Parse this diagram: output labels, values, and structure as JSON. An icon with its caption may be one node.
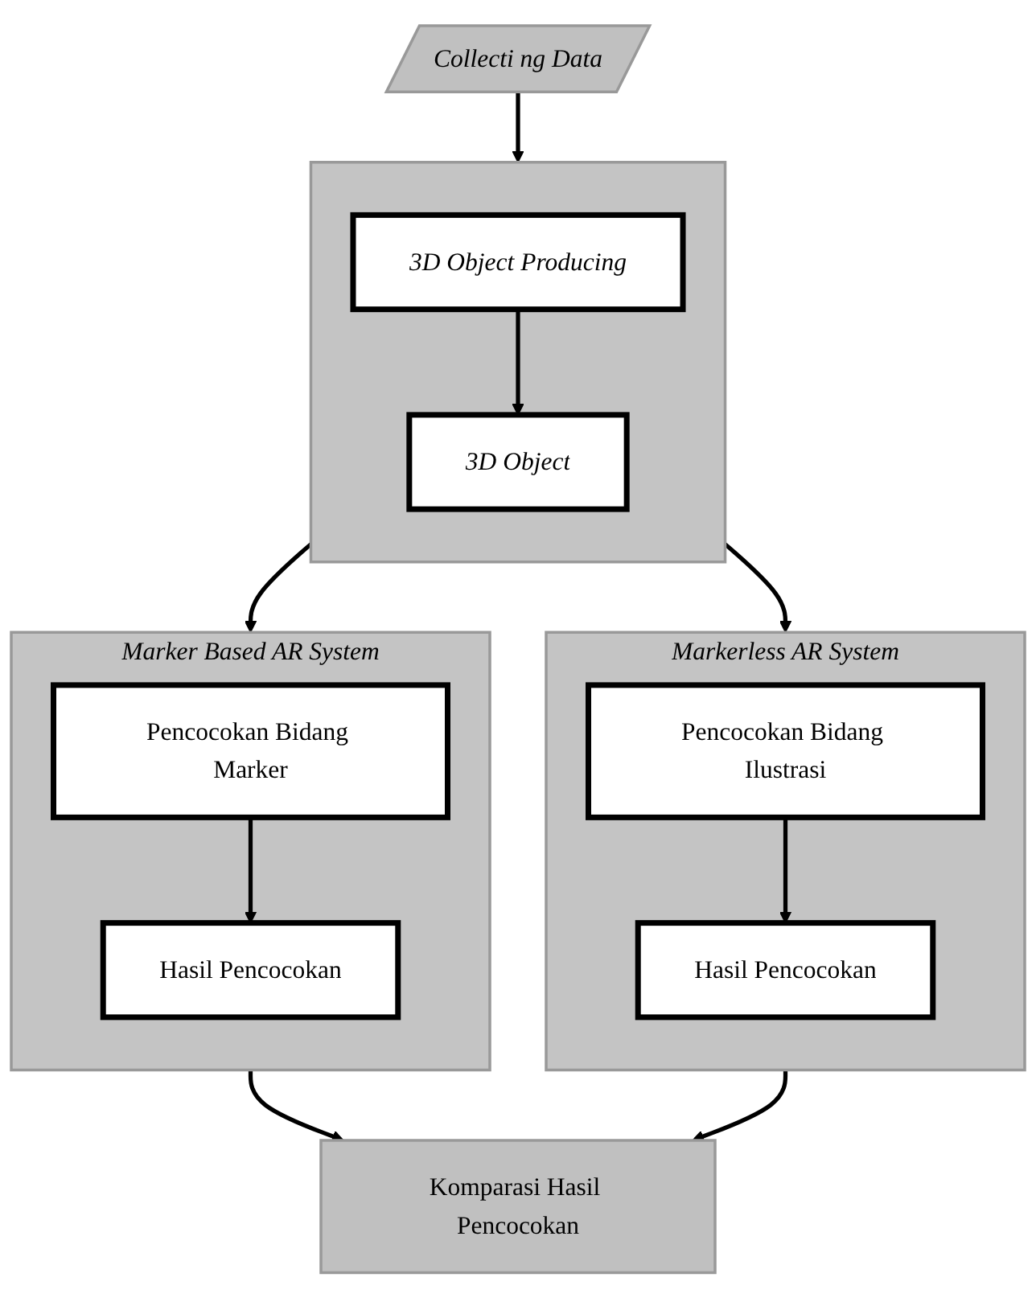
{
  "diagram": {
    "nodes": [
      {
        "text": [
          "Collecti ng Data"
        ]
      },
      {
        "text": [],
        "shape": "box"
      },
      {
        "text": [
          "3D Object Producing"
        ],
        "in": 1
      },
      {
        "text": [
          "3D Object"
        ],
        "in": 1
      },
      {
        "text": [
          "Marker Based AR System"
        ]
      },
      {
        "text": [
          "Pencocokan Bidang Marker"
        ],
        "in": 4
      },
      {
        "text": [
          "Hasil Pencocokan"
        ],
        "in": 4
      },
      {
        "text": [
          "Markerless AR System"
        ]
      },
      {
        "text": [
          "Pencocokan Bidang Ilustrasi"
        ],
        "in": 7
      },
      {
        "text": [
          "Hasil Pencocokan"
        ],
        "in": 7
      },
      {
        "text": [
          "Komparasi Hasil Pencocokan"
        ]
      }
    ],
    "edges": [
      {
        "from": 0,
        "to": 1,
        "arrow": "to"
      },
      {
        "from": 2,
        "to": 3,
        "arrow": "to"
      },
      {
        "from": 1,
        "to": 4,
        "arrow": "to"
      },
      {
        "from": 1,
        "to": 7,
        "arrow": "to"
      },
      {
        "from": 5,
        "to": 6,
        "arrow": "to"
      },
      {
        "from": 8,
        "to": 9,
        "arrow": "to"
      },
      {
        "from": 4,
        "to": 10,
        "arrow": "to"
      },
      {
        "from": 7,
        "to": 10,
        "arrow": "to"
      }
    ]
  }
}
